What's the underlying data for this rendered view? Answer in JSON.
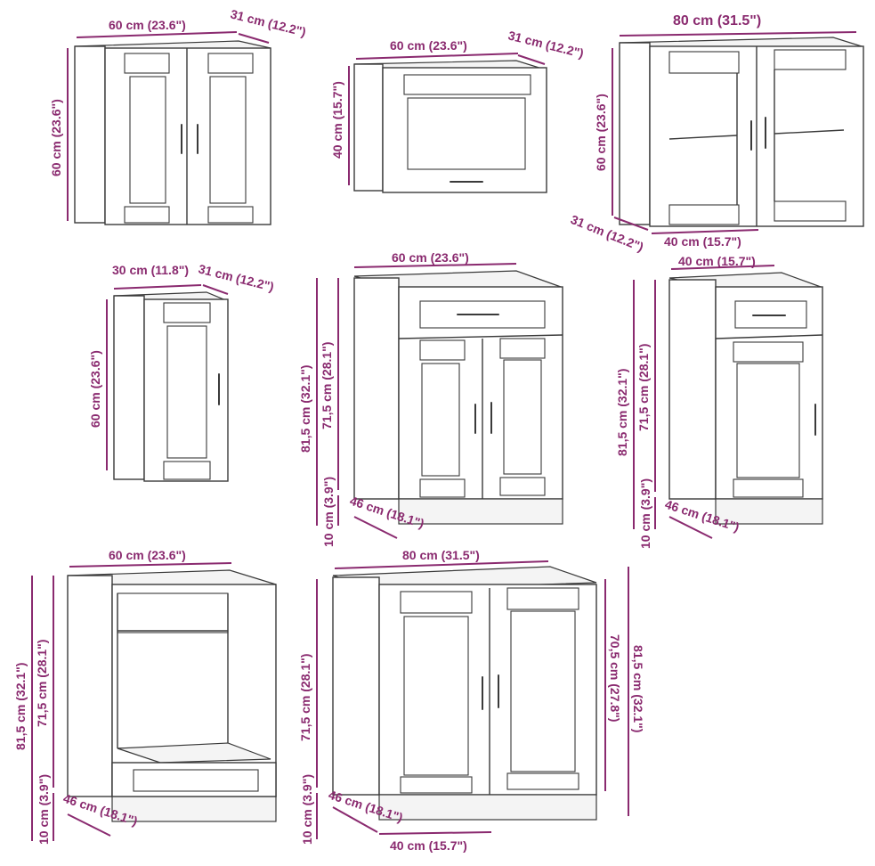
{
  "cabinets": [
    {
      "name": "wall-cabinet-60",
      "labels": [
        "60 cm (23.6\")",
        "31 cm (12.2\")",
        "60 cm (23.6\")"
      ]
    },
    {
      "name": "hood-cabinet-60",
      "labels": [
        "60 cm (23.6\")",
        "31 cm (12.2\")",
        "40 cm (15.7\")"
      ]
    },
    {
      "name": "glass-cabinet-80",
      "labels": [
        "80 cm (31.5\")",
        "60 cm (23.6\")",
        "31 cm (12.2\")",
        "40 cm (15.7\")"
      ]
    },
    {
      "name": "wall-cabinet-30",
      "labels": [
        "30 cm (11.8\")",
        "31 cm (12.2\")",
        "60 cm (23.6\")"
      ]
    },
    {
      "name": "base-cabinet-60-drawer",
      "labels": [
        "60 cm (23.6\")",
        "81,5 cm (32.1\")",
        "71,5 cm (28.1\")",
        "10 cm (3.9\")",
        "46 cm (18.1\")"
      ]
    },
    {
      "name": "base-cabinet-40-drawer",
      "labels": [
        "40 cm (15.7\")",
        "81,5 cm (32.1\")",
        "71,5 cm (28.1\")",
        "10 cm (3.9\")",
        "46 cm (18.1\")"
      ]
    },
    {
      "name": "oven-cabinet-60",
      "labels": [
        "60 cm (23.6\")",
        "81,5 cm (32.1\")",
        "71,5 cm (28.1\")",
        "10 cm (3.9\")",
        "46 cm (18.1\")"
      ]
    },
    {
      "name": "sink-cabinet-80",
      "labels": [
        "80 cm (31.5\")",
        "71,5 cm (28.1\")",
        "10 cm (3.9\")",
        "46 cm (18.1\")",
        "40 cm (15.7\")",
        "70,5 cm (27.8\")",
        "81,5 cm (32.1\")"
      ]
    }
  ],
  "colors": {
    "dimension": "#8a2a6f",
    "outline": "#3a3a3a",
    "background": "#ffffff"
  }
}
